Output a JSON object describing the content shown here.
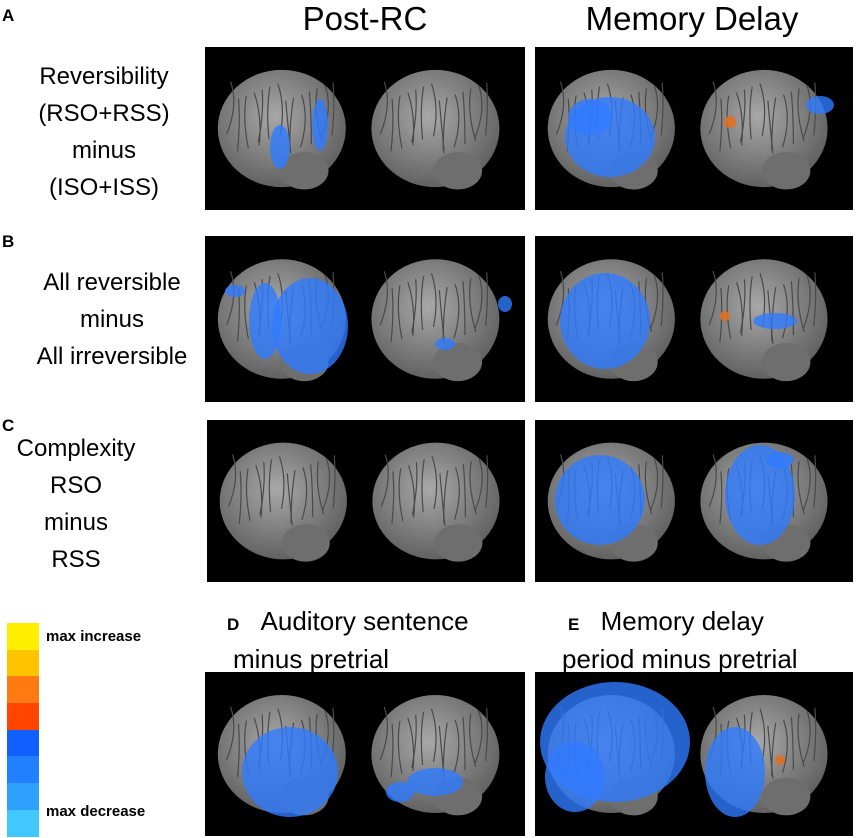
{
  "column_titles": [
    "Post-RC",
    "Memory Delay"
  ],
  "rows": [
    {
      "letter": "A",
      "label_lines": [
        "Reversibility",
        "(RSO+RSS)",
        "minus",
        "(ISO+ISS)"
      ]
    },
    {
      "letter": "B",
      "label_lines": [
        "All reversible",
        "minus",
        "All irreversible"
      ]
    },
    {
      "letter": "C",
      "label_lines": [
        "Complexity",
        "RSO",
        "minus",
        "RSS"
      ]
    }
  ],
  "panel_d": {
    "letter": "D",
    "caption_lines": [
      "Auditory sentence",
      "minus pretrial"
    ]
  },
  "panel_e": {
    "letter": "E",
    "caption_lines": [
      "Memory delay",
      "period minus pretrial"
    ]
  },
  "legend": {
    "max_label": "max increase",
    "min_label": "max decrease",
    "colors": [
      "#ffee00",
      "#ffc300",
      "#ff7a10",
      "#ff4500",
      "#1060ff",
      "#2080ff",
      "#30a0ff",
      "#40c8ff"
    ]
  }
}
